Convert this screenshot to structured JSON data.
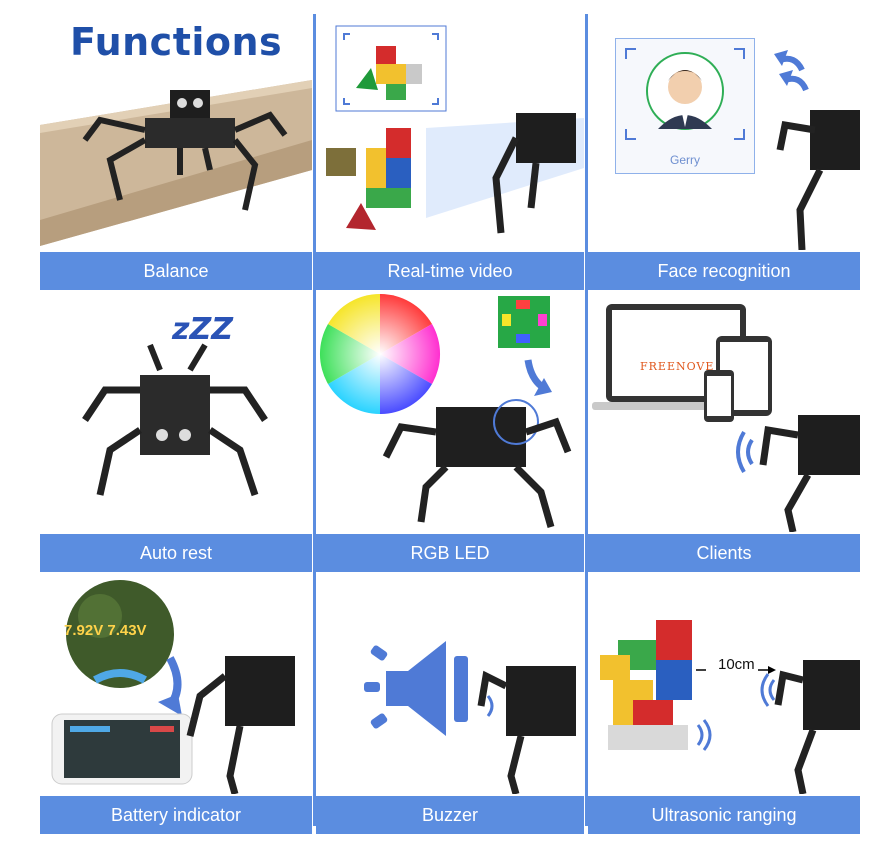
{
  "heading": "Functions",
  "features": [
    {
      "label": "Balance"
    },
    {
      "label": "Real-time video"
    },
    {
      "label": "Face recognition"
    },
    {
      "label": "Auto rest"
    },
    {
      "label": "RGB LED"
    },
    {
      "label": "Clients"
    },
    {
      "label": "Battery indicator"
    },
    {
      "label": "Buzzer"
    },
    {
      "label": "Ultrasonic ranging"
    }
  ],
  "face_recognition": {
    "name": "Gerry"
  },
  "battery": {
    "readout": "7.92V 7.43V"
  },
  "ultrasonic": {
    "distance": "10cm"
  },
  "clients": {
    "brand": "FREENOVE"
  },
  "auto_rest": {
    "sleep_text": "zZZ"
  },
  "colors": {
    "accent": "#5b8de0",
    "title": "#1f4fa8"
  }
}
